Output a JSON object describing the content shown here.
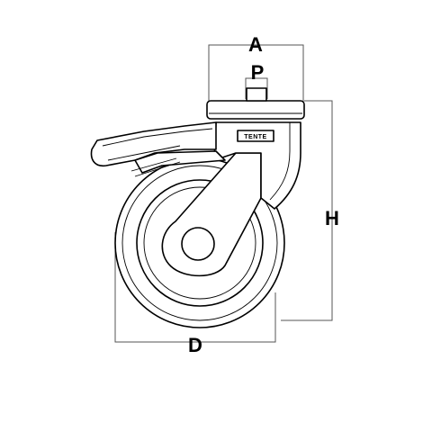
{
  "diagram": {
    "brand_plate": "TENTE",
    "dimensions": {
      "A": "A",
      "P": "P",
      "H": "H",
      "D": "D"
    },
    "colors": {
      "line": "#000000",
      "dimension_line": "#555555",
      "background": "#ffffff"
    }
  }
}
